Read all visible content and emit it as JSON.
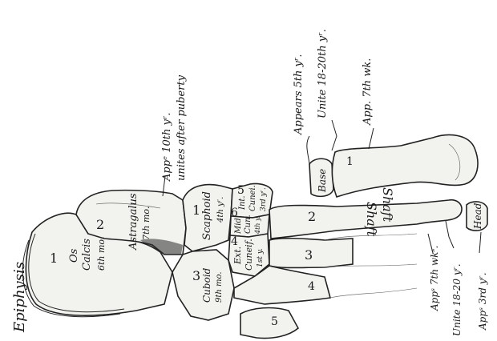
{
  "labels": {
    "epiphysis": "Epiphysis",
    "os_calcis": "Os",
    "os_calcis_2": "Calcis",
    "os_calcis_time": "6th mo.",
    "astragalus": "Astragalus",
    "astragalus_time": "7th mo.",
    "app_10th": "Appᵉ 10th yʳ.",
    "unites_puberty": "unites after puberty",
    "scaphoid": "Scaphoid",
    "scaphoid_time": "4th yʳ.",
    "cuboid": "Cuboid",
    "cuboid_time": "9th mo.",
    "ext_cuneif": "Ext.",
    "ext_cuneif_2": "Cuneif.",
    "ext_cuneif_time": "1st y.",
    "mid_cuneif": "Mid.",
    "mid_cuneif_2": "Cun.",
    "mid_cuneif_time": "4th y.",
    "int_cuneif": "Int.",
    "int_cuneif_2": "Cunei.",
    "int_cuneif_time": "3rd yʳ.",
    "appears_5th": "Appears 5th yʳ.",
    "unite_18_20": "Unite 18-20th yʳ.",
    "app_7th_wk": "App. 7th wk.",
    "base": "Base",
    "shaft1": "Shaft",
    "shaft2": "Shaft",
    "head": "Head",
    "app_7th_wk_2": "Appˢ 7th wkˢ.",
    "unite_18_20_2": "Unite 18-20 yʳ.",
    "app_3rd": "Appˢ 3rd yʳ."
  },
  "numbers": {
    "n1_calc": "1",
    "n2_astr": "2",
    "n1_scaph": "1",
    "n3_cub": "3",
    "n5_int": "5",
    "n6_mid": "6",
    "n4_ext": "4",
    "n2_meta": "2",
    "n3_meta": "3",
    "n4_meta": "4",
    "n5_meta": "5",
    "n1_meta": "1"
  }
}
